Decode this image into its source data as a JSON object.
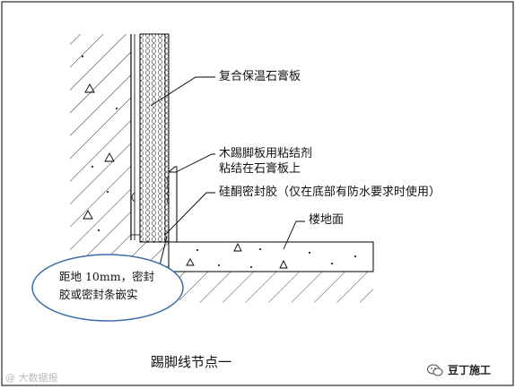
{
  "labels": {
    "panel": "复合保温石膏板",
    "adhesive_line1": "木踢脚板用粘结剂",
    "adhesive_line2": "粘结在石膏板上",
    "silicone": "硅酮密封胶（仅在底部有防水要求时使用）",
    "floor": "楼地面",
    "bubble_line1": "距地 10mm，密封",
    "bubble_line2": "胶或密封条嵌实"
  },
  "caption": "踢脚线节点一",
  "watermark": {
    "left": "@ 大数据报",
    "right": "豆丁施工",
    "right_icon": "wechat-icon"
  },
  "colors": {
    "line": "#000000",
    "bubble_stroke": "#3c6eaa",
    "watermark_text": "#222222"
  }
}
